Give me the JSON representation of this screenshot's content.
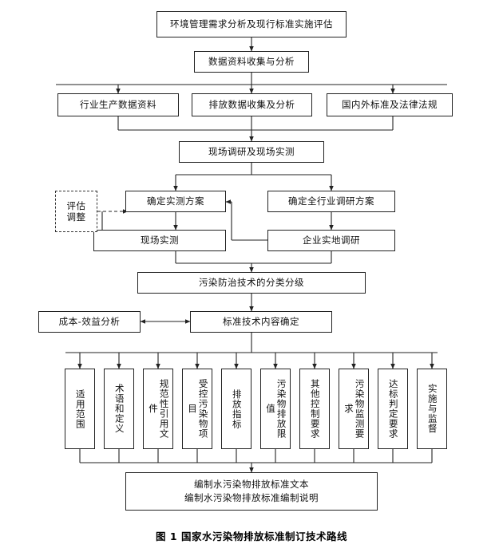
{
  "figure": {
    "caption": "图 1 国家水污染物排放标准制订技术路线"
  },
  "nodes": {
    "n1": {
      "label": "环境管理需求分析及现行标准实施评估"
    },
    "n2": {
      "label": "数据资料收集与分析"
    },
    "n3": {
      "label": "行业生产数据资料"
    },
    "n4": {
      "label": "排放数据收集及分析"
    },
    "n5": {
      "label": "国内外标准及法律法规"
    },
    "n6": {
      "label": "现场调研及现场实测"
    },
    "n7": {
      "label": "确定实测方案"
    },
    "n8": {
      "label": "确定全行业调研方案"
    },
    "n9": {
      "label": "现场实测"
    },
    "n10": {
      "label": "企业实地调研"
    },
    "n11": {
      "label": "评估\n调整"
    },
    "n12": {
      "label": "污染防治技术的分类分级"
    },
    "n13": {
      "label": "成本-效益分析"
    },
    "n14": {
      "label": "标准技术内容确定"
    },
    "n15": {
      "label": "编制水污染物排放标准文本\n编制水污染物排放标准编制说明"
    }
  },
  "content_columns": [
    {
      "label": "适用范围"
    },
    {
      "label": "术语和定义"
    },
    {
      "label": "规范性引用文件"
    },
    {
      "label": "受控污染物项目"
    },
    {
      "label": "排放指标"
    },
    {
      "label": "污染物排放限值"
    },
    {
      "label": "其他控制要求"
    },
    {
      "label": "污染物监测要求"
    },
    {
      "label": "达标判定要求"
    },
    {
      "label": "实施与监督"
    }
  ],
  "colors": {
    "line": "#222222",
    "box_border": "#222222",
    "background": "#ffffff"
  }
}
